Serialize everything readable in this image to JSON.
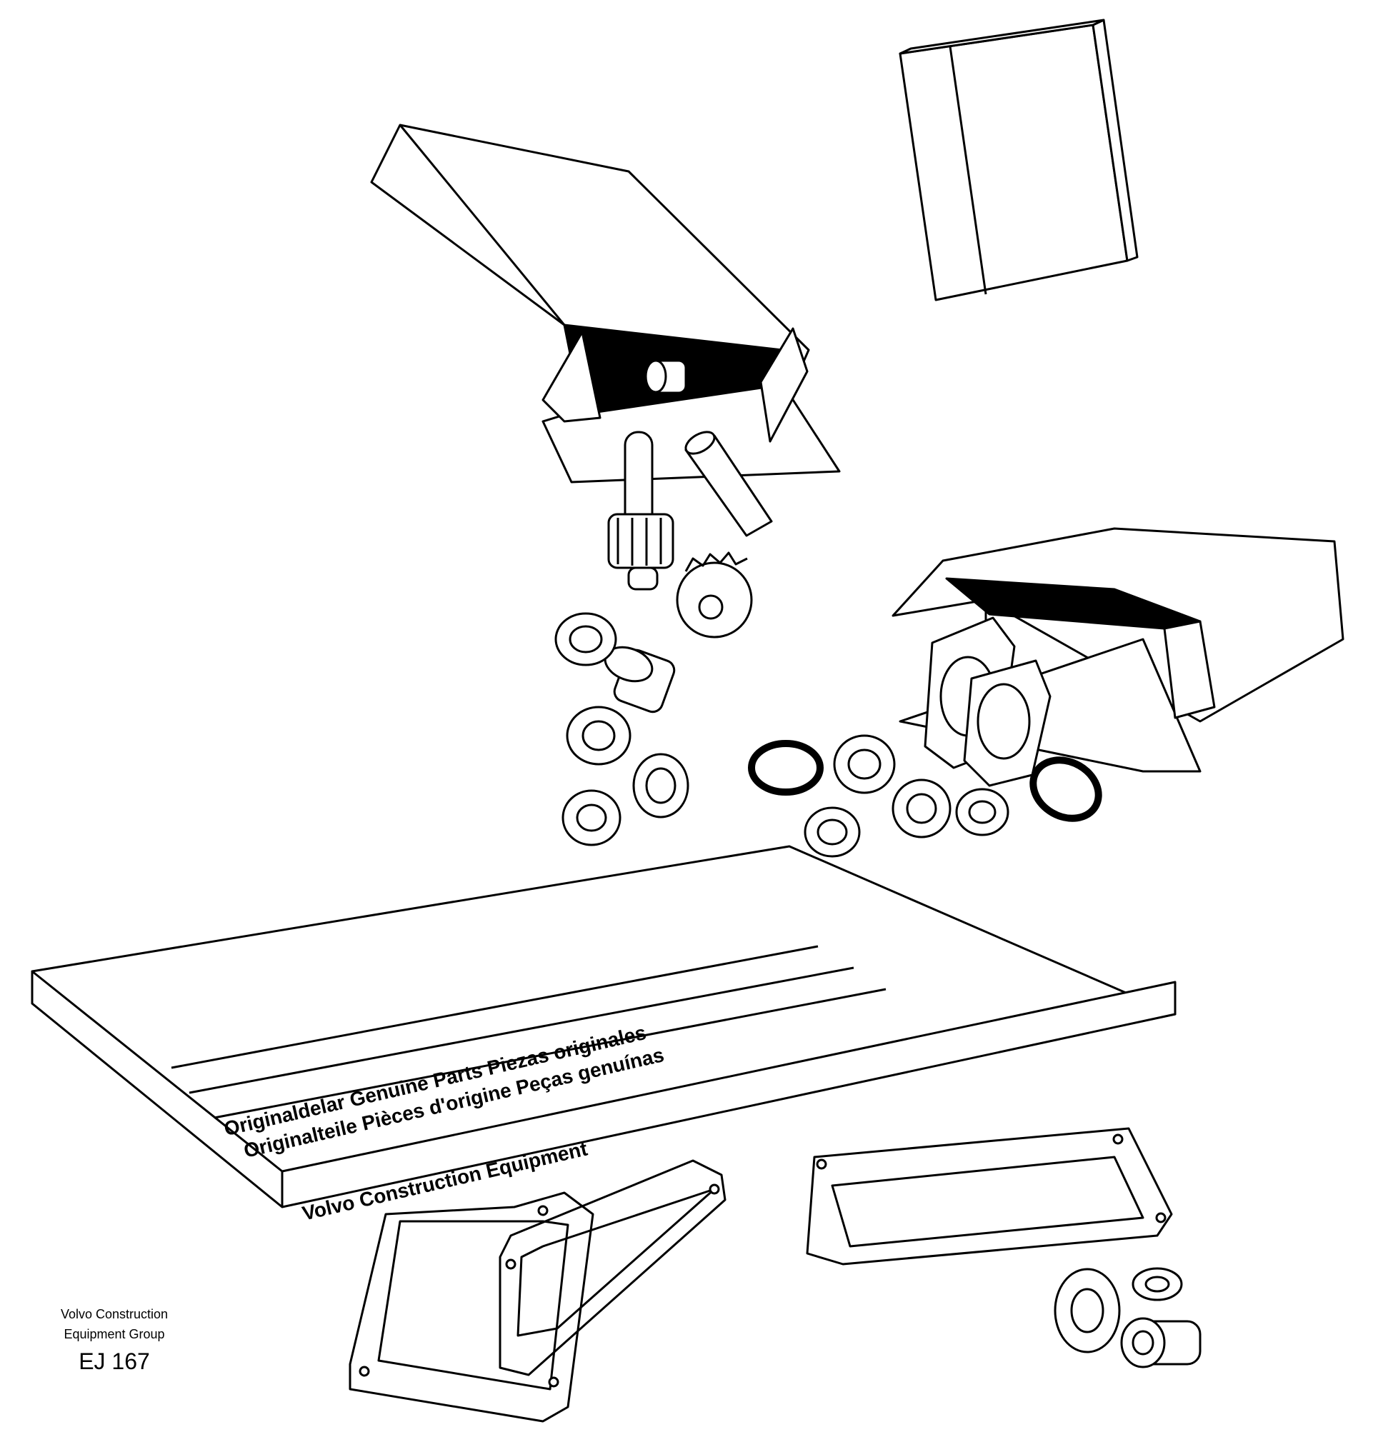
{
  "illustration": {
    "package_text": {
      "line1": "Originaldelar Genuine Parts Piezas originales",
      "line2": "Originalteile Pièces d'origine Peças genuínas",
      "line3": "Volvo Construction Equipment"
    },
    "caption": {
      "org_line1": "Volvo Construction",
      "org_line2": "Equipment Group",
      "code": "EJ 167"
    },
    "colors": {
      "ink": "#000000",
      "paper": "#ffffff"
    }
  }
}
